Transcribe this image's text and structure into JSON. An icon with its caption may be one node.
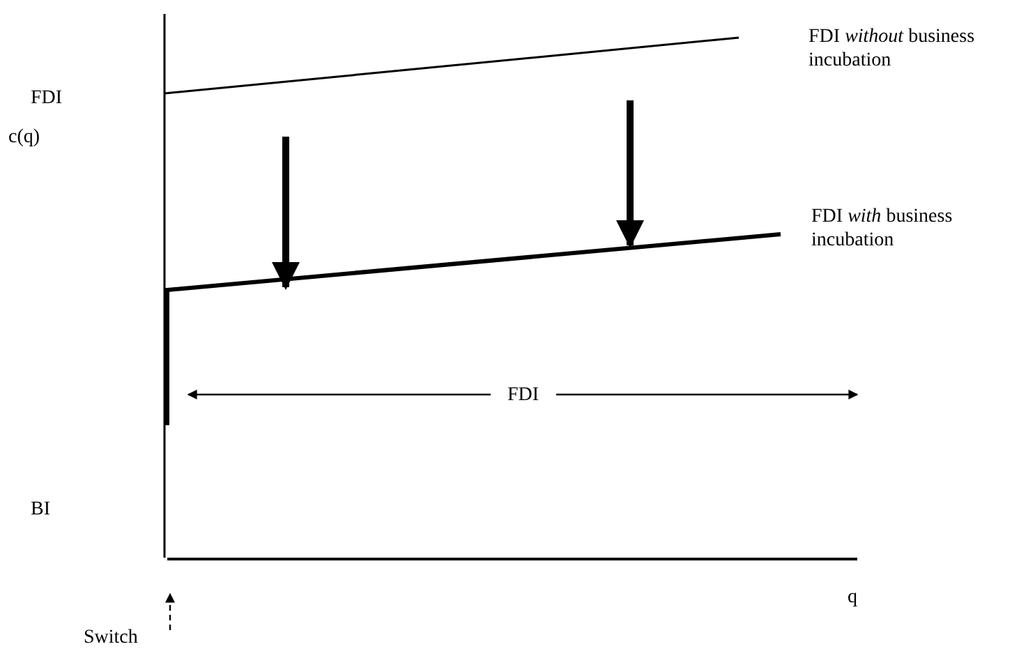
{
  "diagram": {
    "labels": [
      "FDI *without* business incubation",
      "FDI",
      "c(q)",
      "FDI *with* business incubation",
      "FDI",
      "BI",
      "q",
      "Switch"
    ]
  }
}
